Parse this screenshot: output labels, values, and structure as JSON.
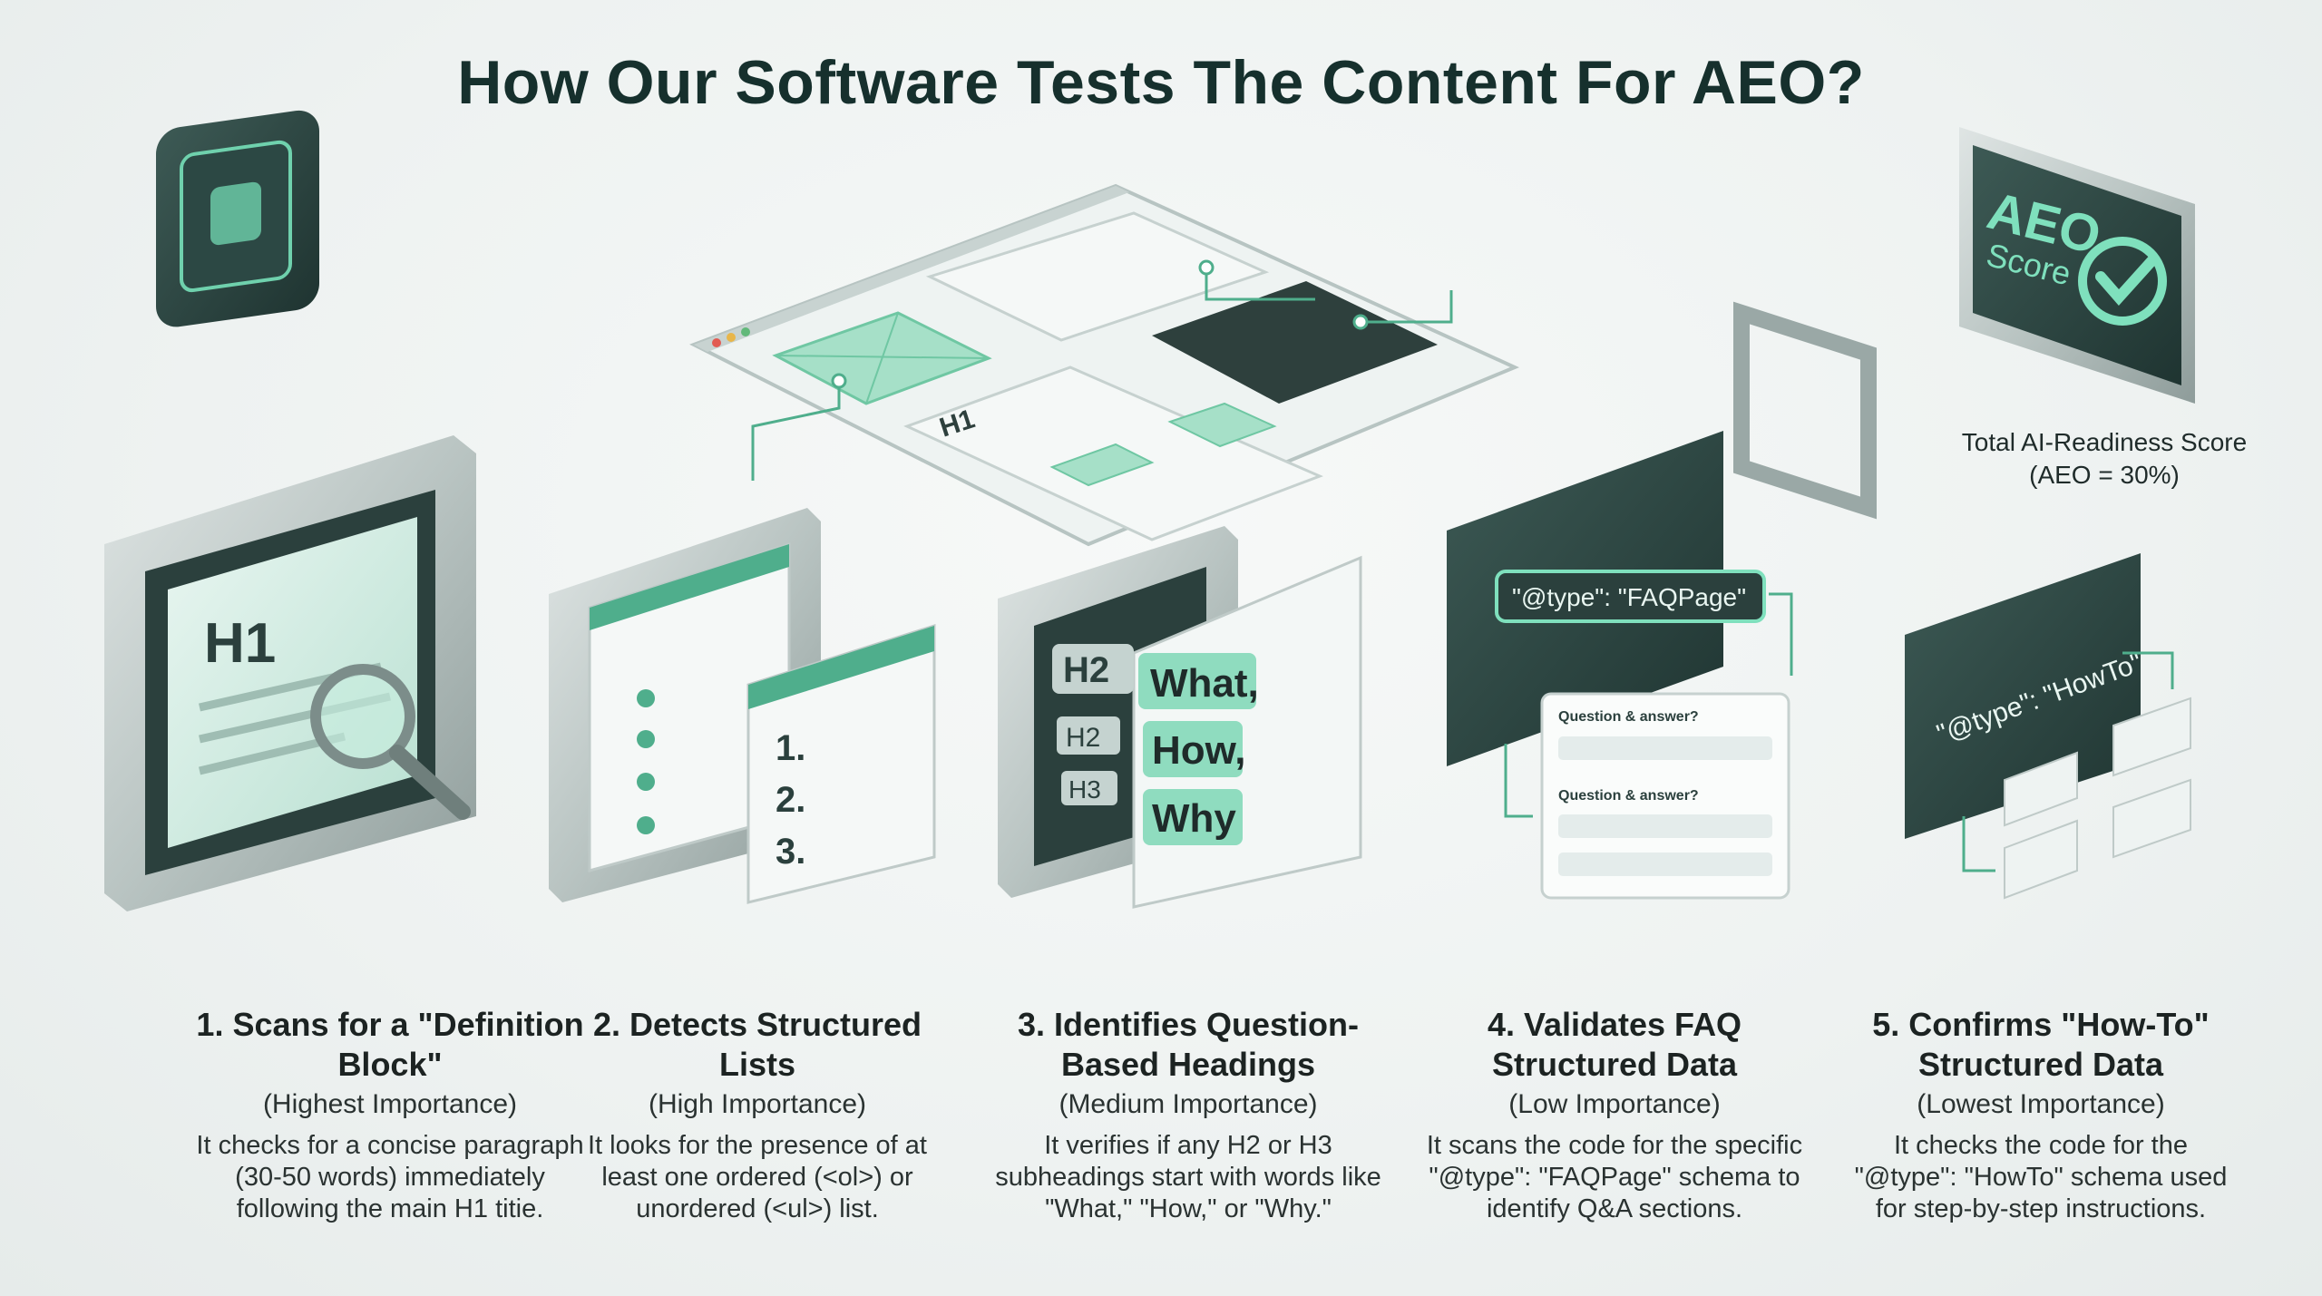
{
  "title": "How Our Software Tests The Content For AEO?",
  "top_browser": {
    "heading_label": "H1"
  },
  "score_panel": {
    "line1": "AEO",
    "line2": "Score",
    "label": "Total AI-Readiness Score (AEO = 30%)"
  },
  "illustrations": {
    "definition": {
      "heading": "H1"
    },
    "lists": {
      "items": [
        "1.",
        "2.",
        "3."
      ]
    },
    "questions": {
      "h2_large": "H2",
      "h2_small": "H2",
      "h3": "H3",
      "words": [
        "What,",
        "How,",
        "Why"
      ]
    },
    "faq": {
      "code": "\"@type\": \"FAQPage\"",
      "q1": "Question & answer?",
      "q2": "Question & answer?"
    },
    "howto": {
      "code": "\"@type\": \"HowTo\""
    }
  },
  "steps": [
    {
      "title": "1. Scans for a \"Definition Block\"",
      "importance": "(Highest Importance)",
      "desc": "It checks for a concise paragraph (30-50 words) immediately following the main H1 titie."
    },
    {
      "title": "2. Detects Structured Lists",
      "importance": "(High Importance)",
      "desc": "It looks for the presence of at least one ordered (<ol>) or unordered (<ul>) list."
    },
    {
      "title": "3. Identifies Question-Based Headings",
      "importance": "(Medium Importance)",
      "desc": "It verifies if any H2 or H3 subheadings start with words like \"What,\" \"How,\" or \"Why.\""
    },
    {
      "title": "4. Validates FAQ Structured Data",
      "importance": "(Low Importance)",
      "desc": "It scans the code for the specific \"@type\": \"FAQPage\" schema to identify Q&A sections."
    },
    {
      "title": "5. Confirms \"How-To\" Structured Data",
      "importance": "(Lowest Importance)",
      "desc": "It checks the code for the \"@type\": \"HowTo\" schema used for step-by-step instructions."
    }
  ],
  "colors": {
    "accent": "#5fc7a2",
    "dark": "#2f4a46",
    "frame": "#9aa8a6"
  }
}
